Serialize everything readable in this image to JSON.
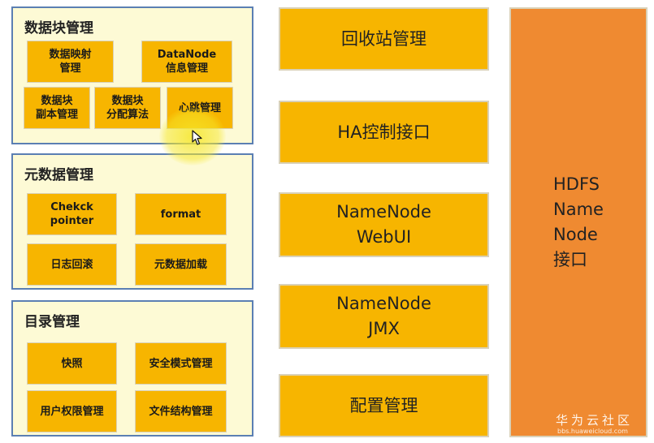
{
  "left_groups": {
    "block_management": {
      "title": "数据块管理",
      "items": [
        "数据映射\n管理",
        "DataNode\n信息管理",
        "数据块\n副本管理",
        "数据块\n分配算法",
        "心跳管理"
      ]
    },
    "metadata_management": {
      "title": "元数据管理",
      "items": [
        "Chekck\npointer",
        "format",
        "日志回滚",
        "元数据加载"
      ]
    },
    "directory_management": {
      "title": "目录管理",
      "items": [
        "快照",
        "安全模式管理",
        "用户权限管理",
        "文件结构管理"
      ]
    }
  },
  "middle_column": [
    "回收站管理",
    "HA控制接口",
    "NameNode\nWebUI",
    "NameNode\nJMX",
    "配置管理"
  ],
  "right_box": "HDFS\nName\nNode\n接口",
  "watermark": {
    "name": "华为云社区",
    "url": "bbs.huaweicloud.com"
  },
  "colors": {
    "panel": "#fdfad5",
    "panel_border": "#5b7fb3",
    "box": "#f7b500",
    "hdfs_box": "#ef8a31"
  }
}
